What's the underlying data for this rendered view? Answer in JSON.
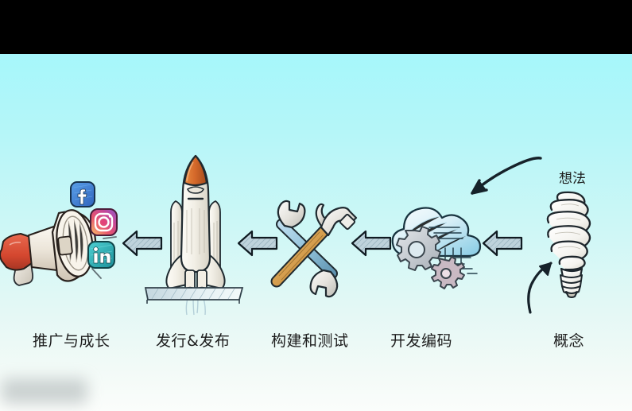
{
  "window": {
    "top_bar_color": "#000000",
    "background_top_color": "#a6f7fb",
    "background_bottom_color": "#fbfdfb"
  },
  "diagram": {
    "title_flow": "software development lifecycle right-to-left",
    "idea_label": "想法",
    "stages": [
      {
        "id": "promote-grow",
        "label": "推广与成长",
        "icon": "megaphone-icon",
        "social_icons": [
          {
            "name": "facebook-icon",
            "glyph": "f",
            "color": "#3b6fd4"
          },
          {
            "name": "instagram-icon",
            "glyph": "◎",
            "color": "#d8437f"
          },
          {
            "name": "linkedin-icon",
            "glyph": "in",
            "color": "#21a3a8"
          }
        ]
      },
      {
        "id": "release-publish",
        "label": "发行&发布",
        "icon": "rocket-icon"
      },
      {
        "id": "build-test",
        "label": "构建和测试",
        "icon": "hammer-wrench-icon"
      },
      {
        "id": "develop-code",
        "label": "开发编码",
        "icon": "cloud-gears-icon"
      },
      {
        "id": "concept",
        "label": "概念",
        "icon": "lightbulb-icon"
      }
    ],
    "arrows": [
      {
        "name": "flow-arrow-1",
        "direction": "left"
      },
      {
        "name": "flow-arrow-2",
        "direction": "left"
      },
      {
        "name": "flow-arrow-3",
        "direction": "left"
      },
      {
        "name": "flow-arrow-4",
        "direction": "left"
      }
    ],
    "curved_arrows": [
      {
        "name": "curved-arrow-idea-to-cloud",
        "direction": "down-left"
      },
      {
        "name": "curved-arrow-up-to-bulb",
        "direction": "up"
      }
    ],
    "arrow_fill_color": "#b9cdd6",
    "arrow_stroke_color": "#16202a"
  }
}
